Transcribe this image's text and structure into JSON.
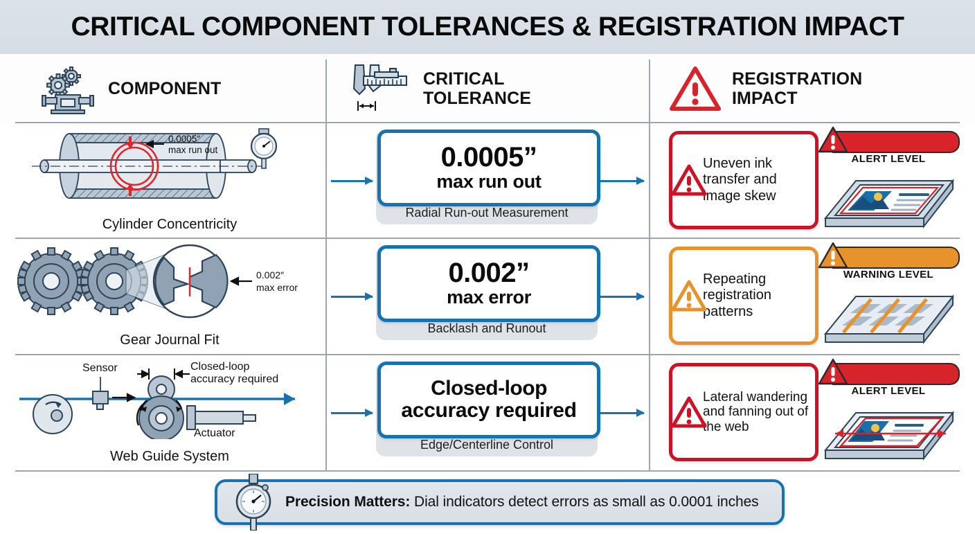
{
  "title": "CRITICAL COMPONENT TOLERANCES & REGISTRATION IMPACT",
  "colors": {
    "title_band": "#d8dee6",
    "accent_blue": "#1573b4",
    "alert_red": "#d8232a",
    "warning_orange": "#e8922c",
    "steel_gray": "#8fa3b5",
    "divider": "#9aa6b4"
  },
  "headers": [
    {
      "icon": "gears-machine-icon",
      "label": "COMPONENT"
    },
    {
      "icon": "caliper-icon",
      "label_line1": "CRITICAL",
      "label_line2": "TOLERANCE"
    },
    {
      "icon": "warning-triangle-icon",
      "label_line1": "REGISTRATION",
      "label_line2": "IMPACT"
    }
  ],
  "rows": [
    {
      "component": {
        "name": "Cylinder Concentricity",
        "art": "cylinder-runout-diagram",
        "annotation_line1": "0.0005″",
        "annotation_line2": "max run out",
        "gauge_icon": "dial-indicator-icon"
      },
      "tolerance": {
        "value": "0.0005”",
        "qualifier": "max run out",
        "caption": "Radial Run-out Measurement"
      },
      "impact": {
        "text": "Uneven ink transfer and image skew",
        "severity": "alert",
        "level_label": "ALERT LEVEL",
        "badge_icon": "alert-triangle-icon",
        "sheet_icon": "printed-sheet-skew-icon"
      }
    },
    {
      "component": {
        "name": "Gear Journal Fit",
        "art": "gear-mesh-diagram",
        "annotation_line1": "0.002″",
        "annotation_line2": "max error",
        "gauge_icon": "magnified-gear-detail-icon"
      },
      "tolerance": {
        "value": "0.002”",
        "qualifier": "max error",
        "caption": "Backlash and Runout"
      },
      "impact": {
        "text": "Repeating registration patterns",
        "severity": "warning",
        "level_label": "WARNING LEVEL",
        "badge_icon": "warning-triangle-icon",
        "sheet_icon": "repeating-pattern-sheet-icon"
      }
    },
    {
      "component": {
        "name": "Web Guide System",
        "art": "web-guide-diagram",
        "label_sensor": "Sensor",
        "label_actuator": "Actuator",
        "annotation_line1": "Closed-loop",
        "annotation_line2": "accuracy required"
      },
      "tolerance": {
        "value": "Closed-loop",
        "qualifier": "accuracy required",
        "caption": "Edge/Centerline Control"
      },
      "impact": {
        "text": "Lateral wandering and fanning out of the web",
        "severity": "alert",
        "level_label": "ALERT LEVEL",
        "badge_icon": "alert-triangle-icon",
        "sheet_icon": "printed-sheet-wander-icon"
      }
    }
  ],
  "footer": {
    "icon": "dial-indicator-icon",
    "bold_prefix": "Precision Matters:",
    "text": " Dial indicators detect errors as small as 0.0001 inches"
  }
}
